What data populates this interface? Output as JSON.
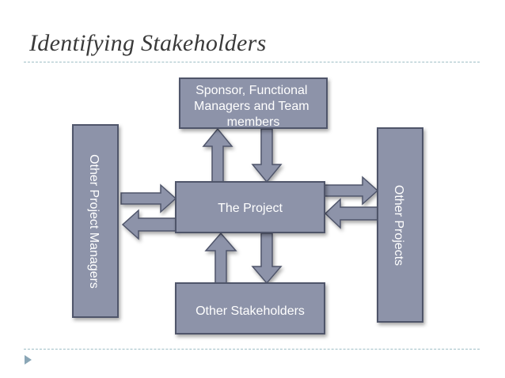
{
  "slide": {
    "title": "Identifying Stakeholders"
  },
  "diagram": {
    "top_box_lines": [
      "Sponsor, Functional",
      "Managers and Team",
      "members"
    ],
    "center_box": "The Project",
    "bottom_box": "Other Stakeholders",
    "left_box": "Other Project Managers",
    "right_box": "Other Projects"
  },
  "colors": {
    "box_fill": "#8d93a9",
    "box_stroke": "#4f556b",
    "title_text": "#3a3a3a",
    "divider": "#9fbec6",
    "bullet": "#8aa6b6"
  },
  "icons": {
    "bullet": "triangle-bullet-icon"
  }
}
